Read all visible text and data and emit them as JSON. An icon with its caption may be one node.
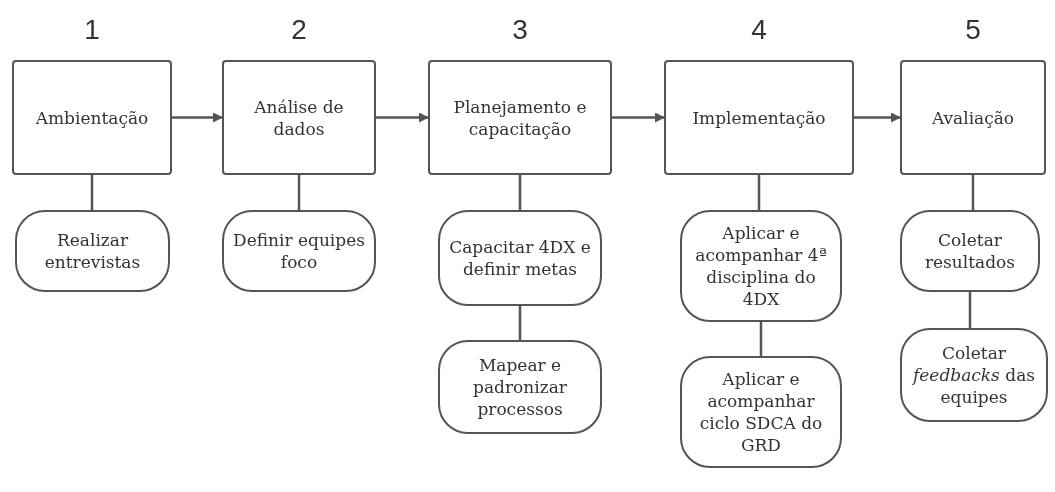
{
  "diagram": {
    "nodes": [
      {
        "text": [
          "Ambientação"
        ]
      },
      {
        "text": [
          "Realizar entrevistas"
        ]
      },
      {
        "text": [
          "Análise de dados"
        ]
      },
      {
        "text": [
          "Definir equipes foco"
        ]
      },
      {
        "text": [
          "Planejamento e capacitação"
        ]
      },
      {
        "text": [
          "Capacitar 4DX e definir metas"
        ]
      },
      {
        "text": [
          "Mapear e padronizar processos"
        ]
      },
      {
        "text": [
          "Implementação"
        ]
      },
      {
        "text": [
          "Aplicar e acompanhar 4ª disciplina do 4DX"
        ]
      },
      {
        "text": [
          "Aplicar e acompanhar ciclo SDCA do GRD"
        ]
      },
      {
        "text": [
          "Avaliação"
        ]
      },
      {
        "text": [
          "Coletar resultados"
        ]
      },
      {
        "text": [
          "Coletar *feedbacks* das equipes"
        ]
      }
    ],
    "edges": [
      {
        "from": 0,
        "to": 2,
        "arrow": "to"
      },
      {
        "from": 2,
        "to": 4,
        "arrow": "to"
      },
      {
        "from": 4,
        "to": 7,
        "arrow": "to"
      },
      {
        "from": 7,
        "to": 10,
        "arrow": "to"
      },
      {
        "from": 0,
        "to": 1,
        "arrow": "none"
      },
      {
        "from": 2,
        "to": 3,
        "arrow": "none"
      },
      {
        "from": 4,
        "to": 5,
        "arrow": "none"
      },
      {
        "from": 5,
        "to": 6,
        "arrow": "none"
      },
      {
        "from": 7,
        "to": 8,
        "arrow": "none"
      },
      {
        "from": 8,
        "to": 9,
        "arrow": "none"
      },
      {
        "from": 10,
        "to": 11,
        "arrow": "none"
      },
      {
        "from": 11,
        "to": 12,
        "arrow": "none"
      }
    ],
    "labels": [
      "1",
      "2",
      "3",
      "4",
      "5"
    ]
  }
}
